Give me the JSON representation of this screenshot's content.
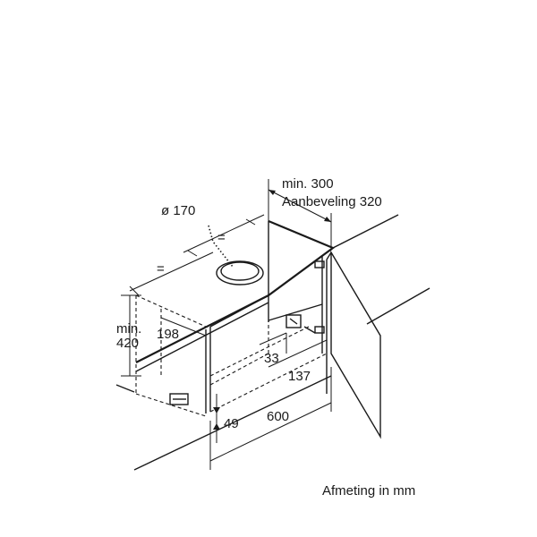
{
  "labels": {
    "min_300": "min. 300",
    "aanbeveling_320": "Aanbeveling 320",
    "diameter_170": "ø 170",
    "equal_1": "=",
    "equal_2": "=",
    "min_label": "min.",
    "value_420": "420",
    "value_198": "198",
    "value_33": "33",
    "value_137": "137",
    "value_49": "49",
    "value_600": "600"
  },
  "caption": "Afmeting in mm"
}
